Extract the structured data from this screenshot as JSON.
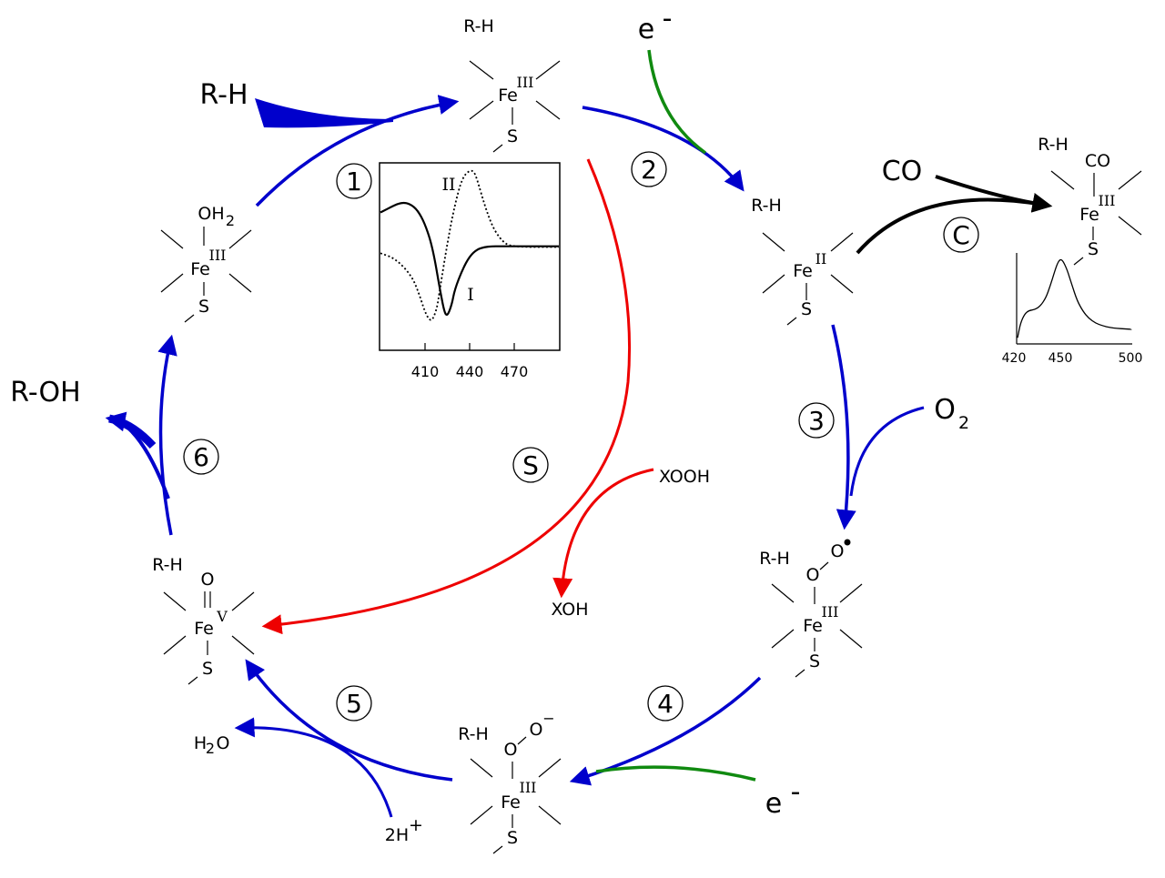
{
  "colors": {
    "main_cycle": "#0000cc",
    "electron": "#108a10",
    "shunt": "#ee0000",
    "co_path": "#000000"
  },
  "steps": [
    "1",
    "2",
    "3",
    "4",
    "5",
    "6",
    "S",
    "C"
  ],
  "species": {
    "resting": {
      "substrate": "R-H",
      "metal": "Fe",
      "ox": "III",
      "ligand": "S"
    },
    "reduced": {
      "substrate": "R-H",
      "metal": "Fe",
      "ox": "II",
      "ligand": "S"
    },
    "co_complex": {
      "substrate": "R-H",
      "top": "CO",
      "metal": "Fe",
      "ox": "III",
      "ligand": "S"
    },
    "superoxo": {
      "substrate": "R-H",
      "o1": "O",
      "o2": "O",
      "metal": "Fe",
      "ox": "III",
      "ligand": "S"
    },
    "peroxo": {
      "substrate": "R-H",
      "o1": "O",
      "o2": "O",
      "charge": "−",
      "metal": "Fe",
      "ox": "III",
      "ligand": "S"
    },
    "oxo": {
      "substrate": "R-H",
      "top": "O",
      "metal": "Fe",
      "ox": "V",
      "ligand": "S"
    },
    "aqua": {
      "top": "OH",
      "top_sub": "2",
      "metal": "Fe",
      "ox": "III",
      "ligand": "S"
    }
  },
  "reagents": {
    "rh_in": "R-H",
    "roh_out": "R-OH",
    "e1": "e",
    "e2": "e",
    "e_sup": "-",
    "co": "CO",
    "o2": "O",
    "o2_sub": "2",
    "xooh": "XOOH",
    "xoh": "XOH",
    "h2o_h": "H",
    "h2o_sub": "2",
    "h2o_o": "O",
    "protons": "2H",
    "protons_sup": "+"
  },
  "chart_data": [
    {
      "type": "line",
      "x_ticks": [
        410,
        440,
        470
      ],
      "xlim": [
        380,
        500
      ],
      "series": [
        {
          "name": "I",
          "style": "solid",
          "x": [
            380,
            390,
            395,
            400,
            405,
            410,
            415,
            420,
            423,
            425,
            428,
            430,
            435,
            440,
            445,
            450,
            455,
            460,
            470,
            480,
            490,
            500
          ],
          "y": [
            0.45,
            0.55,
            0.58,
            0.56,
            0.48,
            0.3,
            0.0,
            -0.55,
            -0.85,
            -0.9,
            -0.75,
            -0.55,
            -0.3,
            -0.12,
            -0.03,
            0.0,
            0.01,
            0.01,
            0.01,
            0.01,
            0.01,
            0.01
          ]
        },
        {
          "name": "II",
          "style": "dotted",
          "x": [
            380,
            390,
            400,
            405,
            410,
            413,
            415,
            418,
            420,
            425,
            430,
            435,
            440,
            443,
            445,
            450,
            455,
            460,
            465,
            470,
            480,
            490,
            500
          ],
          "y": [
            -0.08,
            -0.15,
            -0.35,
            -0.55,
            -0.85,
            -0.95,
            -0.95,
            -0.8,
            -0.55,
            0.05,
            0.55,
            0.9,
            1.0,
            0.98,
            0.88,
            0.55,
            0.28,
            0.12,
            0.03,
            0.01,
            0.0,
            0.0,
            0.0
          ]
        }
      ]
    },
    {
      "type": "line",
      "x_ticks": [
        420,
        450,
        500
      ],
      "xlim": [
        420,
        500
      ],
      "series": [
        {
          "name": "",
          "style": "solid",
          "x": [
            420,
            422,
            425,
            428,
            432,
            436,
            440,
            443,
            446,
            448,
            450,
            452,
            455,
            458,
            462,
            466,
            470,
            475,
            480,
            485,
            490,
            495,
            500
          ],
          "y": [
            0.05,
            0.22,
            0.33,
            0.37,
            0.38,
            0.42,
            0.52,
            0.66,
            0.82,
            0.92,
            0.97,
            0.95,
            0.84,
            0.68,
            0.48,
            0.36,
            0.28,
            0.22,
            0.19,
            0.17,
            0.16,
            0.155,
            0.15
          ]
        }
      ]
    }
  ]
}
